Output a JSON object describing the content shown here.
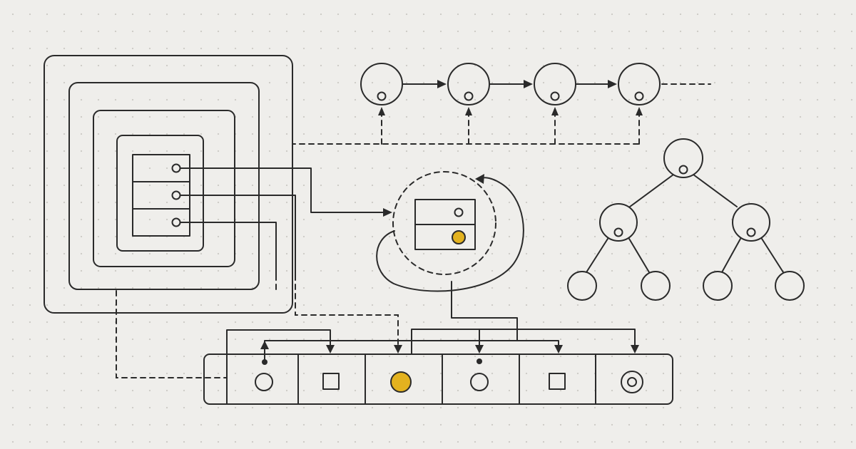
{
  "diagram": {
    "background": "#efeeeb",
    "ink_color": "#2a2a2a",
    "accent_color": "#e3b21f",
    "dot_grid": true,
    "nested_scopes": {
      "levels": 4,
      "record_slots": 3
    },
    "linked_list": {
      "node_count": 4,
      "continues": true
    },
    "cycle_object": {
      "slots": 2,
      "filled_slot_accent": true
    },
    "binary_tree": {
      "depth": 3,
      "internal_nodes": 3,
      "leaf_nodes": 4
    },
    "memory_array": {
      "cells": [
        {
          "icon": "circle-icon",
          "filled": false
        },
        {
          "icon": "square-icon",
          "filled": false
        },
        {
          "icon": "filled-circle-icon",
          "filled": true
        },
        {
          "icon": "circle-icon",
          "filled": false
        },
        {
          "icon": "square-icon",
          "filled": false
        },
        {
          "icon": "ring-icon",
          "filled": false
        }
      ]
    }
  }
}
